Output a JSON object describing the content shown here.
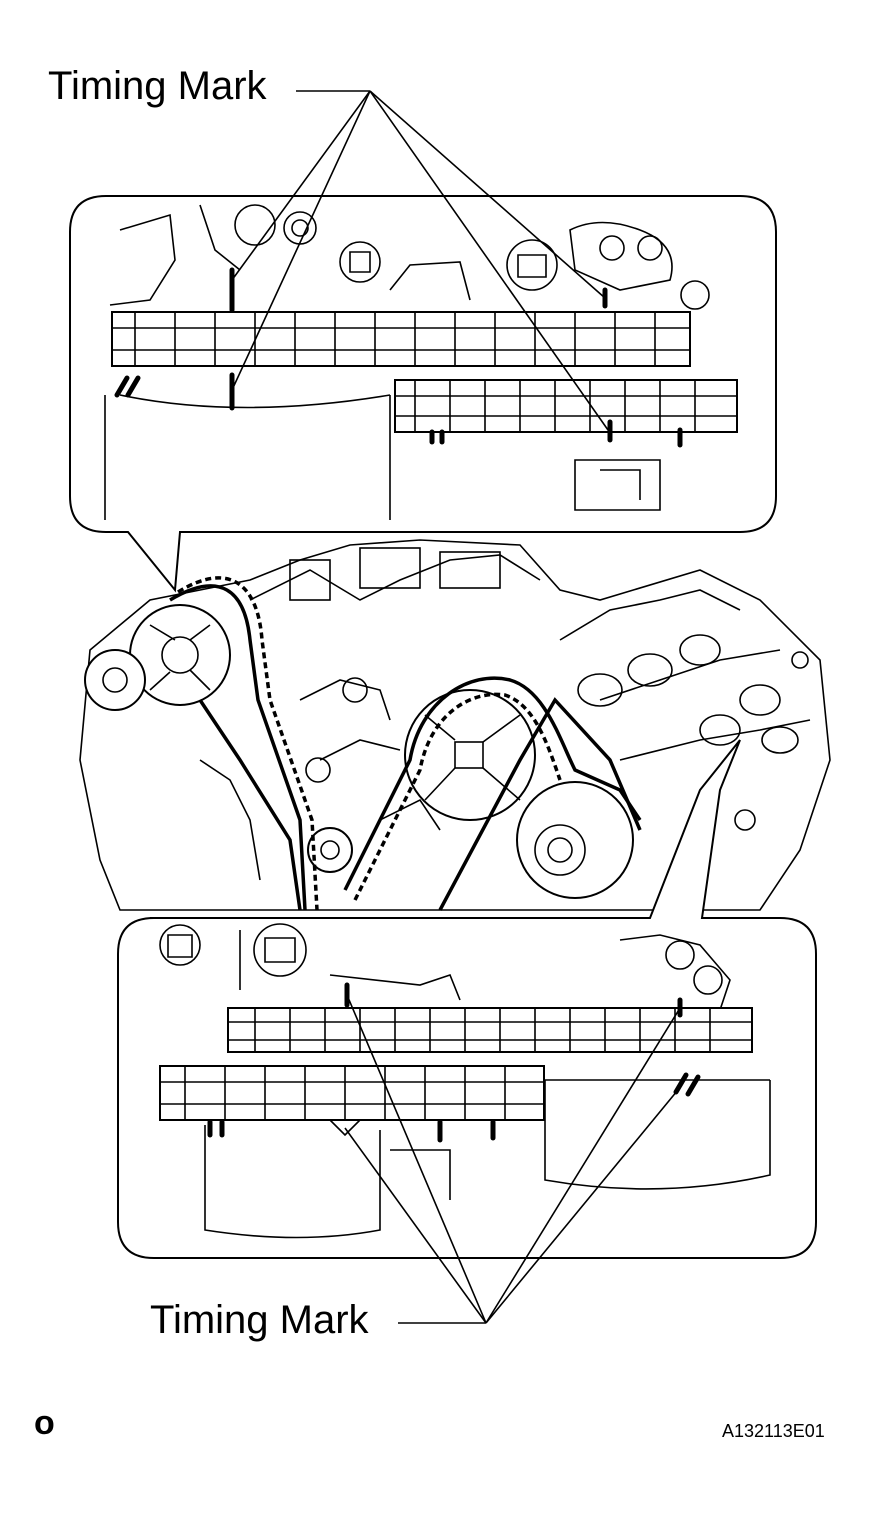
{
  "labels": {
    "timing_mark_top": "Timing Mark",
    "timing_mark_bottom": "Timing Mark",
    "page_marker": "o",
    "figure_code": "A132113E01"
  }
}
